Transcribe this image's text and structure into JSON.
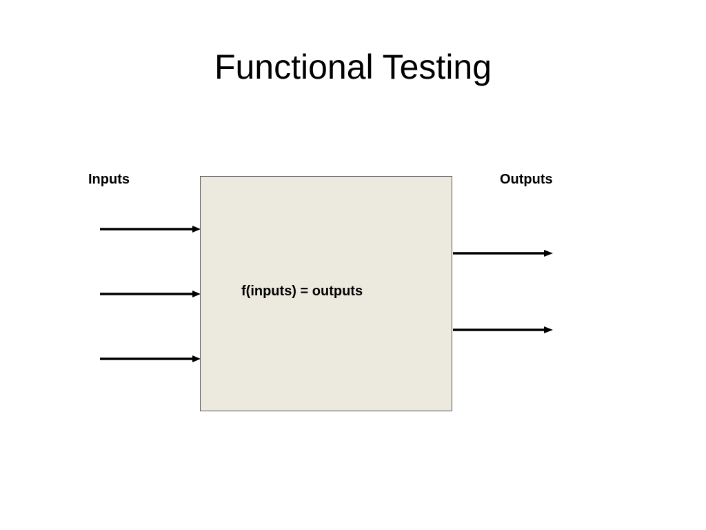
{
  "slide": {
    "title": "Functional Testing"
  },
  "diagram": {
    "inputs_label": "Inputs",
    "outputs_label": "Outputs",
    "function_label": "f(inputs) = outputs",
    "box_fill": "#ece9df",
    "arrow_color": "#000000"
  }
}
